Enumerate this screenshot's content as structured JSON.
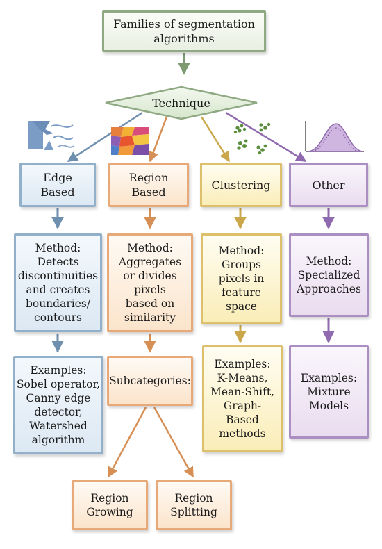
{
  "title": "Families of segmentation\nalgorithms",
  "technique": "Technique",
  "categories": [
    {
      "id": "edge",
      "label": "Edge\nBased",
      "method": "Method:\nDetects\ndiscontinuities\nand creates\nboundaries/\ncontours",
      "examples": "Examples:\nSobel operator,\nCanny edge\ndetector,\nWatershed\nalgorithm",
      "color": "#93b0cb",
      "icon": "edge-shapes-icon"
    },
    {
      "id": "region",
      "label": "Region\nBased",
      "method": "Method:\nAggregates\nor divides\npixels\nbased on\nsimilarity",
      "examples": "Subcategories:",
      "color": "#e7a978",
      "icon": "region-mosaic-icon"
    },
    {
      "id": "clustering",
      "label": "Clustering",
      "method": "Method:\nGroups\npixels in\nfeature\nspace",
      "examples": "Examples:\nK-Means,\nMean-Shift,\nGraph-\nBased\nmethods",
      "color": "#ddc06c",
      "icon": "cluster-dots-icon"
    },
    {
      "id": "other",
      "label": "Other",
      "method": "Method:\nSpecialized\nApproaches",
      "examples": "Examples:\nMixture\nModels",
      "color": "#ab8fc2",
      "icon": "distribution-curve-icon"
    }
  ],
  "subcategories": [
    "Region\nGrowing",
    "Region\nSplitting"
  ],
  "colors": {
    "title_border": "#8fa983",
    "diamond_fill": "#e3eedd",
    "arrow_green": "#8fa983"
  }
}
